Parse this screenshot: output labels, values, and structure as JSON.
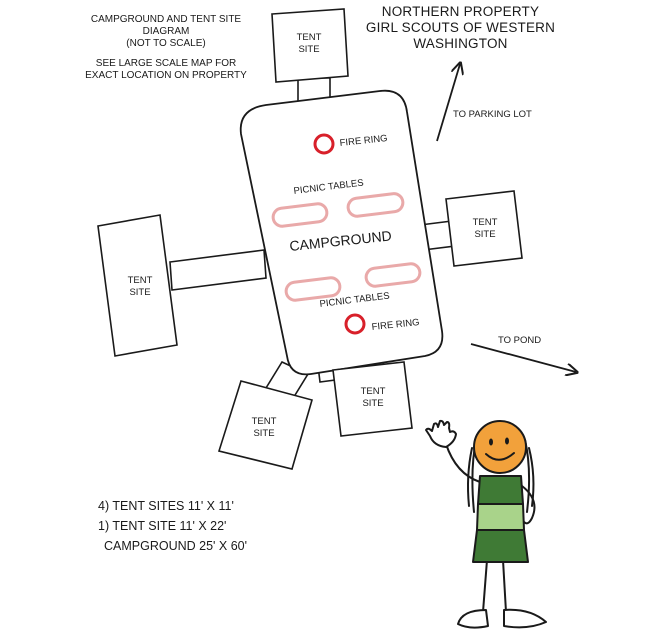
{
  "header_note": {
    "line1": "CAMPGROUND  AND TENT SITE",
    "line2": "DIAGRAM",
    "line3": "(NOT TO SCALE)",
    "line4": "SEE LARGE SCALE MAP FOR",
    "line5": "EXACT LOCATION ON PROPERTY"
  },
  "title": {
    "line1": "NORTHERN PROPERTY",
    "line2": "GIRL SCOUTS OF WESTERN",
    "line3": "WASHINGTON"
  },
  "campground": {
    "label": "CAMPGROUND",
    "fire_ring_label": "FIRE RING",
    "picnic_tables_label": "PICNIC TABLES"
  },
  "tent_site": {
    "line1": "TENT",
    "line2": "SITE"
  },
  "directions": {
    "parking": "TO PARKING LOT",
    "pond": "TO POND"
  },
  "legend": {
    "line1": "4) TENT SITES 11' X 11'",
    "line2": "1) TENT SITE 11' X 22'",
    "line3": "CAMPGROUND 25' X 60'"
  },
  "colors": {
    "fire_ring": "#d8202a",
    "picnic_table": "#e9a9a9",
    "dress_dark": "#3f7a35",
    "dress_light": "#a9d38a",
    "skin": "#f2a13b"
  }
}
